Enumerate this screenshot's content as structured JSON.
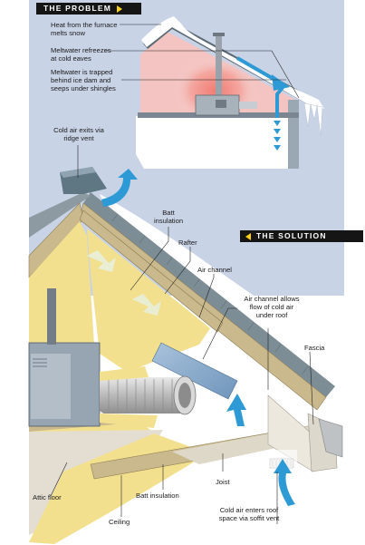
{
  "problem": {
    "banner": "THE PROBLEM",
    "labels": {
      "heat": "Heat from the furnace melts snow",
      "refreeze": "Meltwater refreezes at cold eaves",
      "trapped": "Meltwater is trapped behind ice dam and seeps under shingles"
    }
  },
  "solution": {
    "banner": "THE SOLUTION",
    "labels": {
      "ridge": "Cold air exits via ridge vent",
      "batt_top": "Batt insulation",
      "rafter": "Rafter",
      "air_channel": "Air channel",
      "air_channel_flow": "Air channel allows flow of cold air under roof",
      "fascia": "Fascia",
      "joist": "Joist",
      "attic_floor": "Attic floor",
      "batt_bottom": "Batt insulation",
      "ceiling": "Ceiling",
      "soffit": "Cold air enters roof space via soffit vent"
    }
  },
  "colors": {
    "sky": "#c9d3e6",
    "wood": "#c9b98c",
    "insulation": "#f3e08e",
    "shingle": "#7d8d95",
    "airflow": "#2d9ad6",
    "accent": "#ffd21a"
  }
}
